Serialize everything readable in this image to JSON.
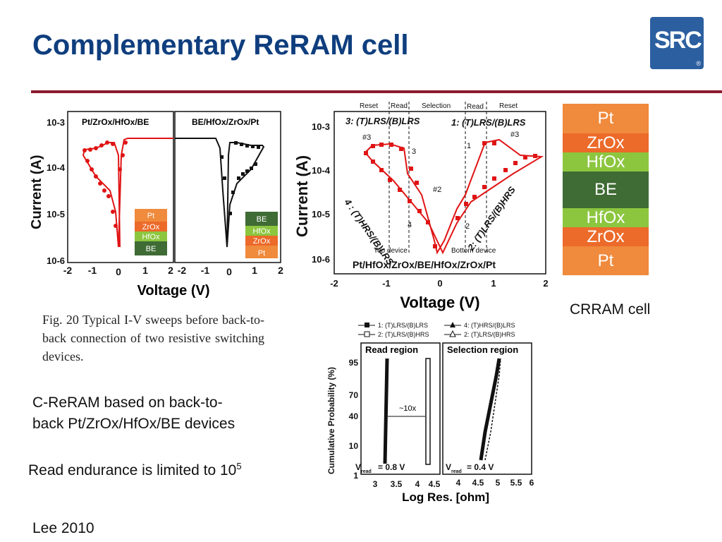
{
  "slide": {
    "title": "Complementary ReRAM cell",
    "logo_text": "SRC",
    "logo_reg": "®",
    "fig_caption": "Fig. 20  Typical I-V sweeps before back-to-back connection of two resistive switching devices.",
    "text_line1": "C-ReRAM based on back-to-",
    "text_line2": "back Pt/ZrOx/HfOx/BE devices",
    "endurance": "Read endurance is limited to 10",
    "endurance_exp": "5",
    "crram_label": "CRRAM cell",
    "citation": "Lee 2010"
  },
  "fig_left": {
    "ylabel": "Current (A)",
    "xlabel": "Voltage (V)",
    "yticks": [
      "10-3",
      "10-4",
      "10-5",
      "10-6"
    ],
    "xticks_a": [
      "-2",
      "-1",
      "0",
      "1",
      "2"
    ],
    "xticks_b": [
      "-2",
      "-1",
      "0",
      "1",
      "2"
    ],
    "panel_a_title": "Pt/ZrOx/HfOx/BE",
    "panel_b_title": "BE/HfOx/ZrOx/Pt",
    "panel_a_layers": [
      "Pt",
      "ZrOx",
      "HfOx",
      "BE"
    ],
    "panel_b_layers": [
      "BE",
      "HfOx",
      "ZrOx",
      "Pt"
    ]
  },
  "fig_mid": {
    "ylabel": "Current (A)",
    "xlabel": "Voltage (V)",
    "yticks": [
      "10-3",
      "10-4",
      "10-5",
      "10-6"
    ],
    "xticks": [
      "-2",
      "-1",
      "0",
      "1",
      "2"
    ],
    "regions": [
      "Reset",
      "Read",
      "Selection",
      "Read",
      "Reset"
    ],
    "label_3": "3: (T)LRS/(B)LRS",
    "label_1": "1: (T)LRS/(B)LRS",
    "label_4": "4 : (T)HRS/(B)LRS",
    "label_2": "2: (T)LRS/(B)HRS",
    "mark_3a": "#3",
    "mark_3b": "#3",
    "mark_2": "#2",
    "n3": "3",
    "n1": "1",
    "n4": "4",
    "n2": "2",
    "top_device": "Top device",
    "bottom_device": "Bottom device",
    "stack": "Pt/HfOx/ZrOx/BE/HfOx/ZrOx/Pt"
  },
  "fig_prob": {
    "ylabel": "Cumulative Probability (%)",
    "xlabel": "Log Res. [ohm]",
    "legend": [
      "1: (T)LRS/(B)LRS",
      "2: (T)LRS/(B)HRS",
      "4: (T)HRS/(B)LRS",
      "2: (T)LRS/(B)HRS"
    ],
    "panel_a_title": "Read region",
    "panel_b_title": "Selection region",
    "yticks": [
      "95",
      "70",
      "40",
      "10",
      "1"
    ],
    "xticks_a": [
      "3",
      "3.5",
      "4",
      "4.5"
    ],
    "xticks_b": [
      "4",
      "4.5",
      "5",
      "5.5",
      "6"
    ],
    "ratio": "~10x",
    "vread_a": "V",
    "vread_a_sub": "read",
    "vread_a_val": "= 0.8 V",
    "vread_b": "V",
    "vread_b_sub": "read",
    "vread_b_val": "= 0.4 V"
  },
  "crram_stack": {
    "layers": [
      "Pt",
      "ZrOx",
      "HfOx",
      "BE",
      "HfOx",
      "ZrOx",
      "Pt"
    ],
    "colors": [
      "#f08a3c",
      "#ec6a2a",
      "#8cc63f",
      "#3f6b34",
      "#8cc63f",
      "#ec6a2a",
      "#f08a3c"
    ]
  },
  "colors": {
    "title": "#0f3e7e",
    "rule": "#8d1a2e",
    "data_red": "#e01414",
    "logo": "#2c5fa0"
  }
}
